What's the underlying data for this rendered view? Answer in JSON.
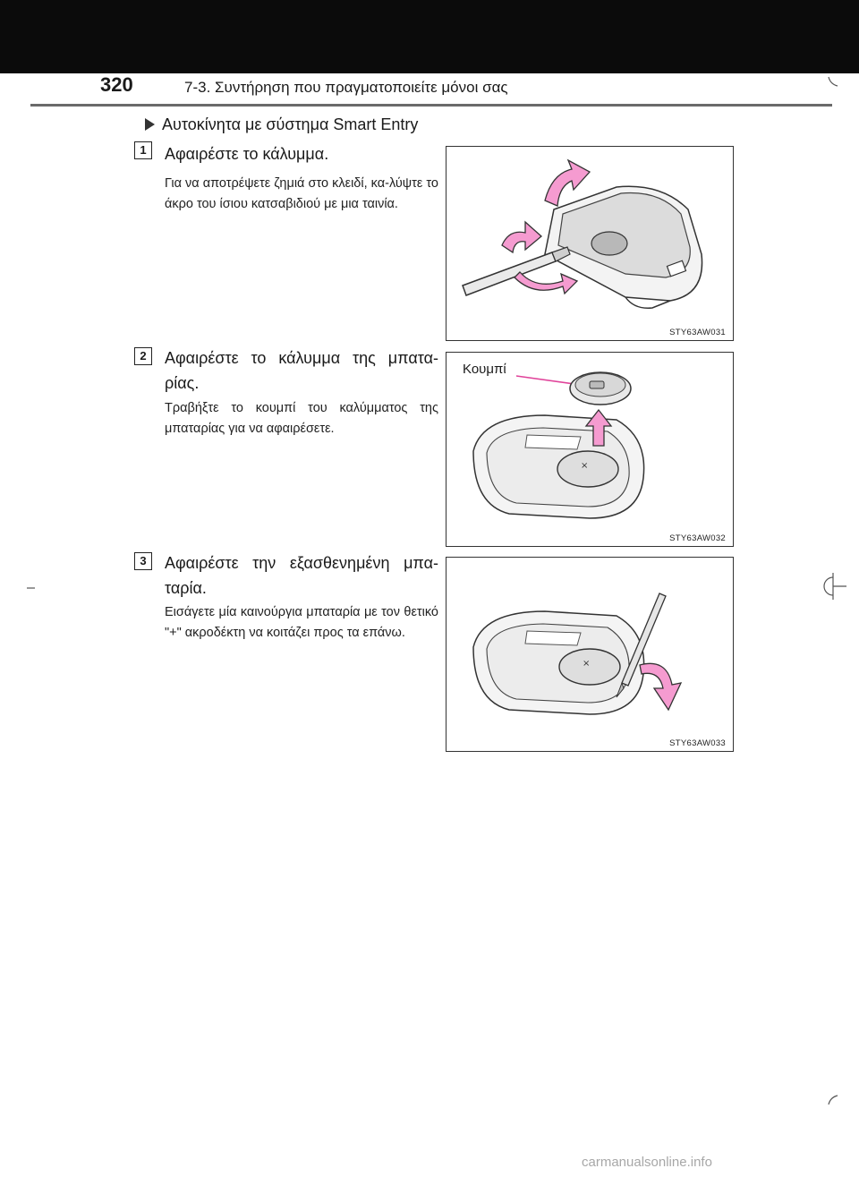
{
  "header": {
    "page_number": "320",
    "section_title": "7-3. Συντήρηση που πραγματοποιείτε μόνοι σας"
  },
  "subsection": {
    "title": "Αυτοκίνητα με σύστημα Smart Entry",
    "marker_icon": "triangle-bullet-icon"
  },
  "steps": [
    {
      "number": "1",
      "title": "Αφαιρέστε το κάλυμμα.",
      "description": "Για να αποτρέψετε ζημιά στο κλειδί, κα-λύψτε το άκρο του ίσιου κατσαβιδιού με μια ταινία.",
      "figure_code": "STY63AW031"
    },
    {
      "number": "2",
      "title": "Αφαιρέστε το κάλυμμα της μπατα-ρίας.",
      "description": "Τραβήξτε το κουμπί του καλύμματος της μπαταρίας για να αφαιρέσετε.",
      "figure_code": "STY63AW032",
      "callout": "Κουμπί"
    },
    {
      "number": "3",
      "title": "Αφαιρέστε την εξασθενημένη μπα-ταρία.",
      "description": "Εισάγετε μία καινούργια μπαταρία με τον θετικό \"+\" ακροδέκτη να κοιτάζει προς τα επάνω.",
      "figure_code": "STY63AW033"
    }
  ],
  "colors": {
    "arrow_fill": "#f59bd0",
    "arrow_stroke": "#333333",
    "callout_line": "#e0439a"
  },
  "watermark": "carmanualsonline.info"
}
